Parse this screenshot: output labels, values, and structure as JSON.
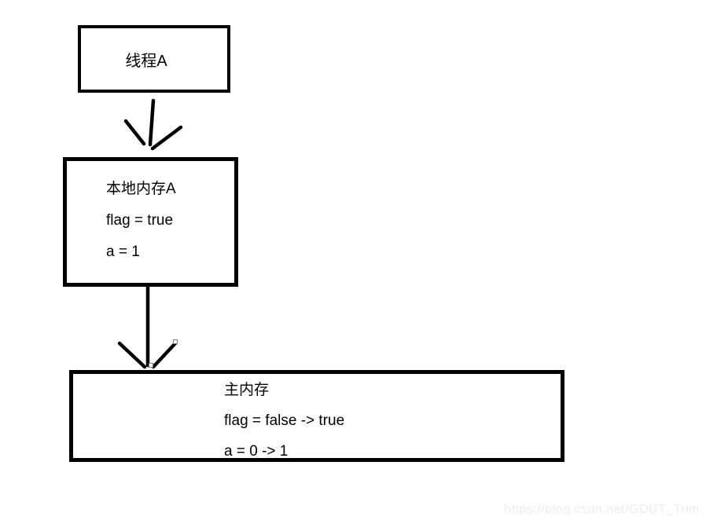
{
  "page": {
    "background_color": "#ffffff"
  },
  "diagram": {
    "stroke_color": "#000000",
    "thread_box": {
      "label": "线程A"
    },
    "local_memory_box": {
      "title": "本地内存A",
      "lines": [
        "flag = true",
        "a = 1"
      ]
    },
    "main_memory_box": {
      "title": "主内存",
      "lines": [
        "flag = false -> true",
        "a = 0 -> 1"
      ]
    },
    "arrows": [
      {
        "icon": "down-arrow-icon",
        "from": "线程A",
        "to": "本地内存A"
      },
      {
        "icon": "down-arrow-icon",
        "from": "本地内存A",
        "to": "主内存"
      }
    ]
  },
  "watermark": {
    "text": "https://blog.csdn.net/GDUT_Trim",
    "color": "#ededed"
  }
}
